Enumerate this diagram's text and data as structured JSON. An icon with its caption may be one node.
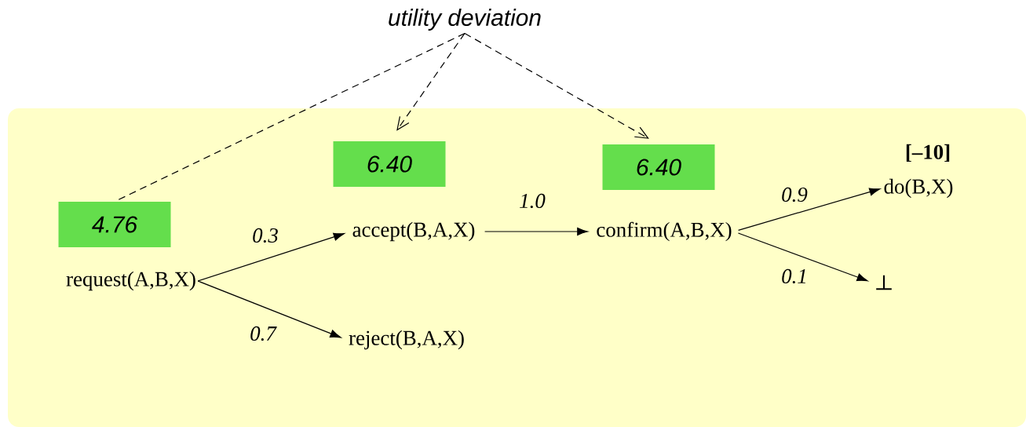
{
  "diagram": {
    "nodes": [
      {
        "text": [
          "utility deviation"
        ]
      },
      {
        "text": [
          "4.76"
        ]
      },
      {
        "text": [
          "6.40"
        ]
      },
      {
        "text": [
          "6.40"
        ]
      },
      {
        "text": [
          "request(A,B,X)"
        ]
      },
      {
        "text": [
          "accept(B,A,X)"
        ]
      },
      {
        "text": [
          "reject(B,A,X)"
        ]
      },
      {
        "text": [
          "confirm(A,B,X)"
        ]
      },
      {
        "text": [
          "do(B,X)"
        ],
        "beside": [
          "[–10]"
        ]
      },
      {
        "text": [
          "⊥"
        ]
      }
    ],
    "edges": [
      {
        "from": 0,
        "to": 1,
        "arrow": "none",
        "style": "dashed"
      },
      {
        "from": 0,
        "to": 2,
        "arrow": "to",
        "style": "dashed"
      },
      {
        "from": 0,
        "to": 3,
        "arrow": "to",
        "style": "dashed"
      },
      {
        "from": 4,
        "to": 5,
        "arrow": "to",
        "label": "0.3"
      },
      {
        "from": 4,
        "to": 6,
        "arrow": "to",
        "label": "0.7"
      },
      {
        "from": 5,
        "to": 7,
        "arrow": "to",
        "label": "1.0"
      },
      {
        "from": 7,
        "to": 8,
        "arrow": "to",
        "label": "0.9"
      },
      {
        "from": 7,
        "to": 9,
        "arrow": "to",
        "label": "0.1"
      }
    ]
  }
}
